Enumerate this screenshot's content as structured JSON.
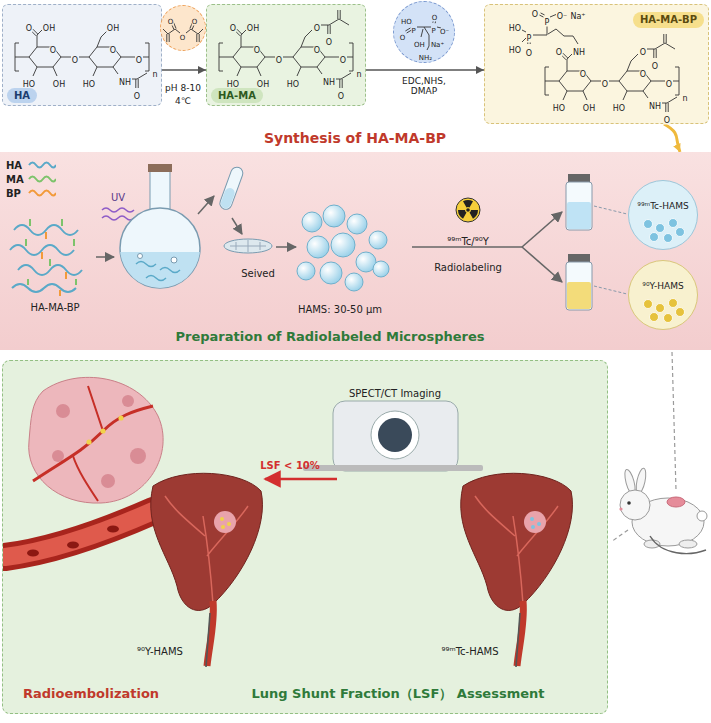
{
  "diagram": {
    "nodes": [
      {
        "text": [
          "HA",
          "O",
          "OH",
          "O",
          "HO",
          "OH",
          "O",
          "OH",
          "O",
          "HO",
          "NH",
          "O",
          "O",
          "n"
        ]
      },
      {
        "text": [
          "O",
          "O",
          "O"
        ]
      },
      {
        "text": [
          "HA-MA",
          "O",
          "OH",
          "O",
          "HO",
          "OH",
          "O",
          "O",
          "O",
          "HO",
          "NH",
          "O",
          "O",
          "n",
          "O"
        ]
      },
      {
        "text": [
          "HO",
          "O",
          "P",
          "O",
          "P",
          "O⁻",
          "Na⁺",
          "OH",
          "NH₂"
        ]
      },
      {
        "text": [
          "HA-MA-BP",
          "O",
          "NH",
          "O",
          "HO",
          "OH",
          "O",
          "O",
          "O",
          "HO",
          "NH",
          "O",
          "O",
          "n",
          "O",
          "P",
          "HO",
          "HO",
          "O",
          "P",
          "O",
          "O⁻",
          "Na⁺"
        ]
      },
      {
        "text": [
          "Preparation of Radiolabeled Microspheres"
        ]
      },
      {
        "text": [
          "⁹⁹ᵐTc-HAMS"
        ],
        "in": 5
      },
      {
        "text": [
          "⁹⁰Y-HAMS"
        ],
        "in": 5
      },
      {
        "text": [
          "Radioembolization",
          "Lung Shunt Fraction（LSF） Assessment"
        ]
      }
    ],
    "edges": [
      {
        "from": 0,
        "to": 2,
        "arrow": "to"
      },
      {
        "from": 2,
        "to": 4,
        "arrow": "to"
      },
      {
        "from": 4,
        "to": 5,
        "arrow": "to"
      }
    ],
    "labels": [
      "Synthesis of HA-MA-BP",
      "pH 8-10",
      "4℃",
      "EDC,NHS, DMAP",
      "UV",
      "HA-MA-BP",
      "Seived",
      "HAMS: 30-50 μm",
      "⁹⁹ᵐTc/⁹⁰Y",
      "Radiolabeling",
      "SPECT/CT Imaging",
      "LSF < 10%",
      "⁹⁰Y-HAMS",
      "⁹⁹ᵐTc-HAMS"
    ],
    "legend": [
      {
        "text": "HA"
      },
      {
        "text": "MA"
      },
      {
        "text": "BP"
      }
    ]
  }
}
